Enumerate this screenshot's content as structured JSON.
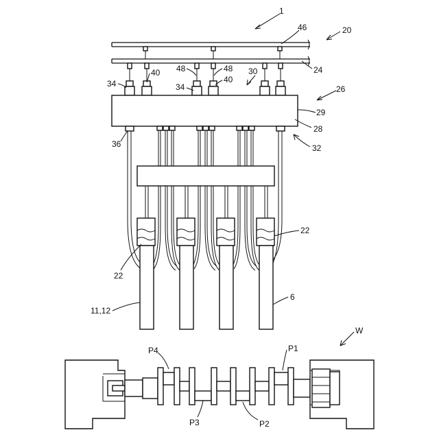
{
  "labels": {
    "fig_ref": "1",
    "rail_46": "46",
    "rail_20": "20",
    "rail_24": "24",
    "valve_48_left": "48",
    "valve_48_right": "48",
    "port_40_left": "40",
    "port_40_right": "40",
    "group_30": "30",
    "port_34_left": "34",
    "port_34_mid": "34",
    "manifold_26": "26",
    "manifold_29": "29",
    "manifold_28": "28",
    "fitting_36": "36",
    "hose_32": "32",
    "clamp_22_right": "22",
    "clamp_22_left": "22",
    "tool_11_12": "11,12",
    "tool_6": "6",
    "work_w": "W",
    "pos_p4": "P4",
    "pos_p1": "P1",
    "pos_p3": "P3",
    "pos_p2": "P2"
  }
}
